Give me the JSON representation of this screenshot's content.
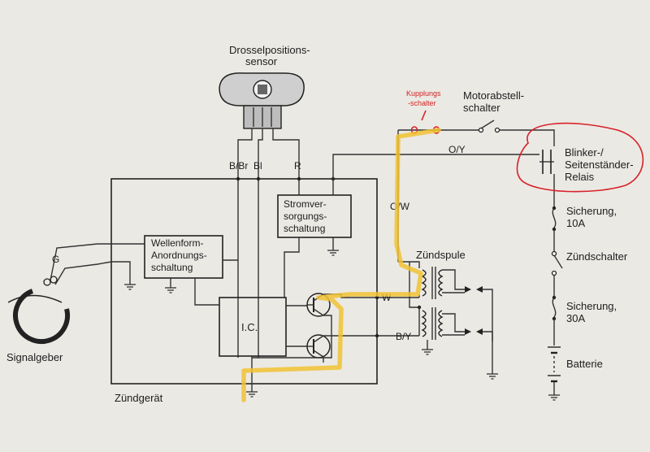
{
  "labels": {
    "throttle_sensor_line1": "Drosselpositions-",
    "throttle_sensor_line2": "sensor",
    "clutch_switch_line1": "Kupplungs",
    "clutch_switch_line2": "-schalter",
    "kill_switch_line1": "Motorabstell-",
    "kill_switch_line2": "schalter",
    "relay_line1": "Blinker-/",
    "relay_line2": "Seitenständer-",
    "relay_line3": "Relais",
    "fuse10_line1": "Sicherung,",
    "fuse10_line2": "10A",
    "ignition_switch": "Zündschalter",
    "fuse30_line1": "Sicherung,",
    "fuse30_line2": "30A",
    "battery": "Batterie",
    "ignition_coil": "Zündspule",
    "waveform_line1": "Wellenform-",
    "waveform_line2": "Anordnungs-",
    "waveform_line3": "schaltung",
    "power_supply_line1": "Stromver-",
    "power_supply_line2": "sorgungs-",
    "power_supply_line3": "schaltung",
    "ic": "I.C.",
    "ignition_unit": "Zündgerät",
    "signal_generator": "Signalgeber",
    "pickup_wire": "G"
  },
  "wire_colors": {
    "brown_black": "B/Br",
    "blue": "Bl",
    "red": "R",
    "orange_yellow": "O/Y",
    "orange_white": "O/W",
    "white": "W",
    "black_yellow": "B/Y"
  },
  "colors": {
    "highlight": "#f1c232",
    "annotation": "#d8222a",
    "line": "#333333"
  }
}
